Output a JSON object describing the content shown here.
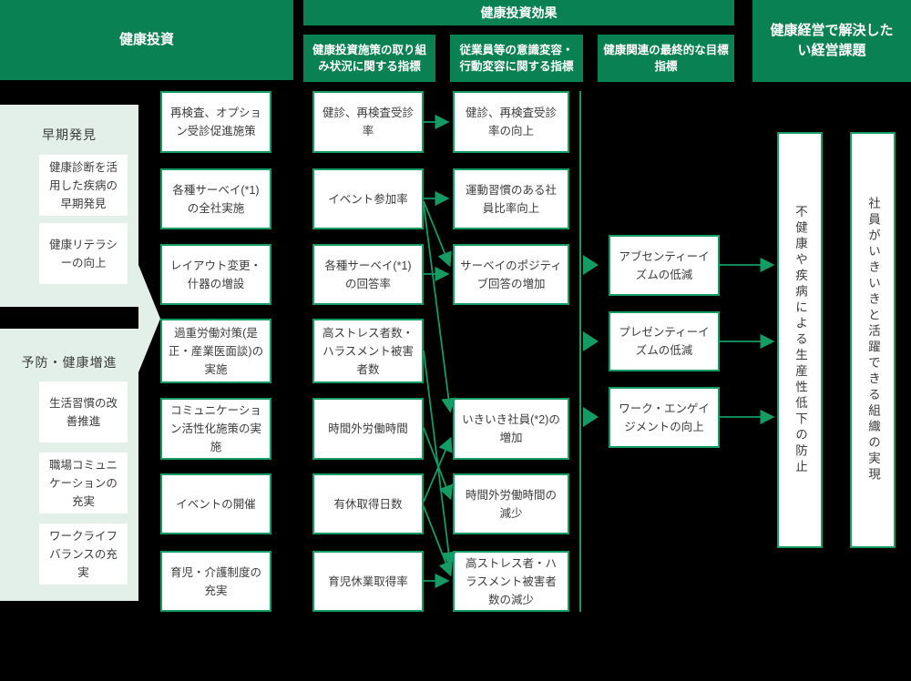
{
  "header": {
    "investment": "健康投資",
    "effect": "健康投資効果",
    "sub_initiative_metrics": "健康投資施策の取り組み状況に関する指標",
    "sub_behavior_metrics": "従業員等の意識変容・行動変容に関する指標",
    "sub_target_metrics": "健康関連の最終的な目標指標",
    "management_issues": "健康経営で解決したい経営課題"
  },
  "left_panel": {
    "early_title": "早期発見",
    "early_items": [
      "健康診断を活用した疾病の早期発見",
      "健康リテラシーの向上"
    ],
    "prevention_title": "予防・健康増進",
    "prevention_items": [
      "生活習慣の改善推進",
      "職場コミュニケーションの充実",
      "ワークライフバランスの充実"
    ]
  },
  "initiatives": [
    "再検査、オプション受診促進施策",
    "各種サーベイ(*1)の全社実施",
    "レイアウト変更・什器の増設",
    "過重労働対策(是正・産業医面談)の実施",
    "コミュニケーション活性化施策の実施",
    "イベントの開催",
    "育児・介護制度の充実"
  ],
  "initiative_metrics": [
    "健診、再検査受診率",
    "イベント参加率",
    "各種サーベイ(*1)の回答率",
    "高ストレス者数・ハラスメント被害者数",
    "時間外労働時間",
    "有休取得日数",
    "育児休業取得率"
  ],
  "behavior_metrics": [
    "健診、再検査受診率の向上",
    "運動習慣のある社員比率向上",
    "サーベイのポジティブ回答の増加",
    "いきいき社員(*2)の増加",
    "時間外労働時間の減少",
    "高ストレス者・ハラスメント被害者数の減少"
  ],
  "target_metrics": [
    "アブセンティーイズムの低減",
    "プレゼンティーイズムの低減",
    "ワーク・エンゲイジメントの向上"
  ],
  "outcomes": [
    "不健康や疾病による生産性低下の防止",
    "社員がいきいきと活躍できる組織の実現"
  ],
  "colors": {
    "header_green": "#0a8152",
    "accent_green": "#149c64",
    "pale": "#e3efe9",
    "background": "#000000",
    "text_dark": "#3c3c3c"
  }
}
